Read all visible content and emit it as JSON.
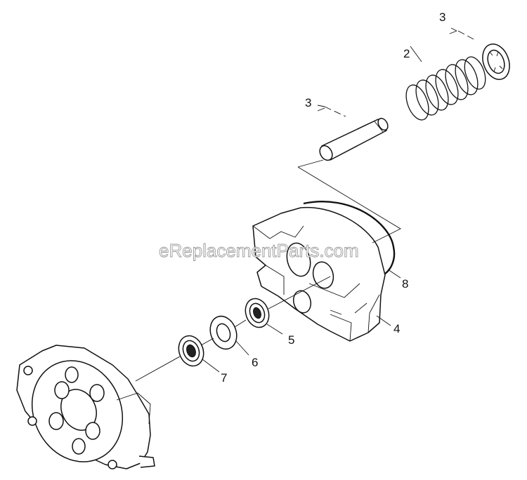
{
  "watermark": "eReplacementParts.com",
  "labels": {
    "l1": "3",
    "l2": "2",
    "l3": "3",
    "l4": "8",
    "l5": "4",
    "l6": "5",
    "l7": "6",
    "l8": "7"
  }
}
